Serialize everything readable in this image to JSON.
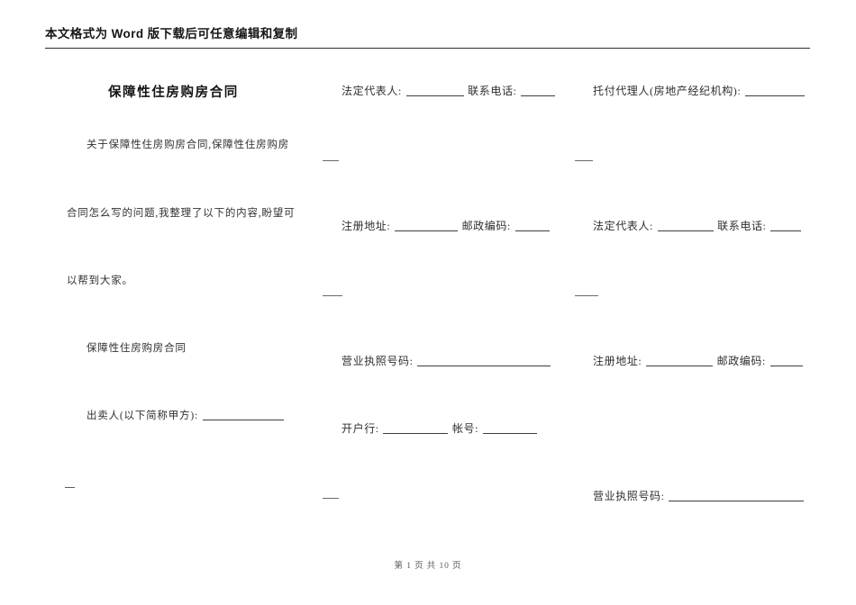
{
  "header": {
    "banner_text": "本文格式为 Word 版下载后可任意编辑和复制"
  },
  "document": {
    "title": "保障性住房购房合同",
    "intro_lines": [
      "关于保障性住房购房合同,保障性住房购房",
      "合同怎么写的问题,我整理了以下的内容,盼望可",
      "以帮到大家。"
    ],
    "section_heading": "保障性住房购房合同",
    "seller_label": "出卖人(以下简称甲方):"
  },
  "columns": {
    "middle": {
      "fields": [
        {
          "label_a": "法定代表人:",
          "label_b": "联系电话:"
        },
        {
          "label_a": "注册地址:",
          "label_b": "邮政编码:"
        },
        {
          "label_a": "营业执照号码:",
          "label_b": ""
        },
        {
          "label_a": "开户行:",
          "label_b": "帐号:"
        }
      ]
    },
    "right": {
      "agent_label": "托付代理人(房地产经纪机构):",
      "fields": [
        {
          "label_a": "法定代表人:",
          "label_b": "联系电话:"
        },
        {
          "label_a": "注册地址:",
          "label_b": "邮政编码:"
        },
        {
          "label_a": "营业执照号码:",
          "label_b": ""
        }
      ]
    }
  },
  "footer": {
    "page_indicator": "第 1 页 共 10 页"
  }
}
